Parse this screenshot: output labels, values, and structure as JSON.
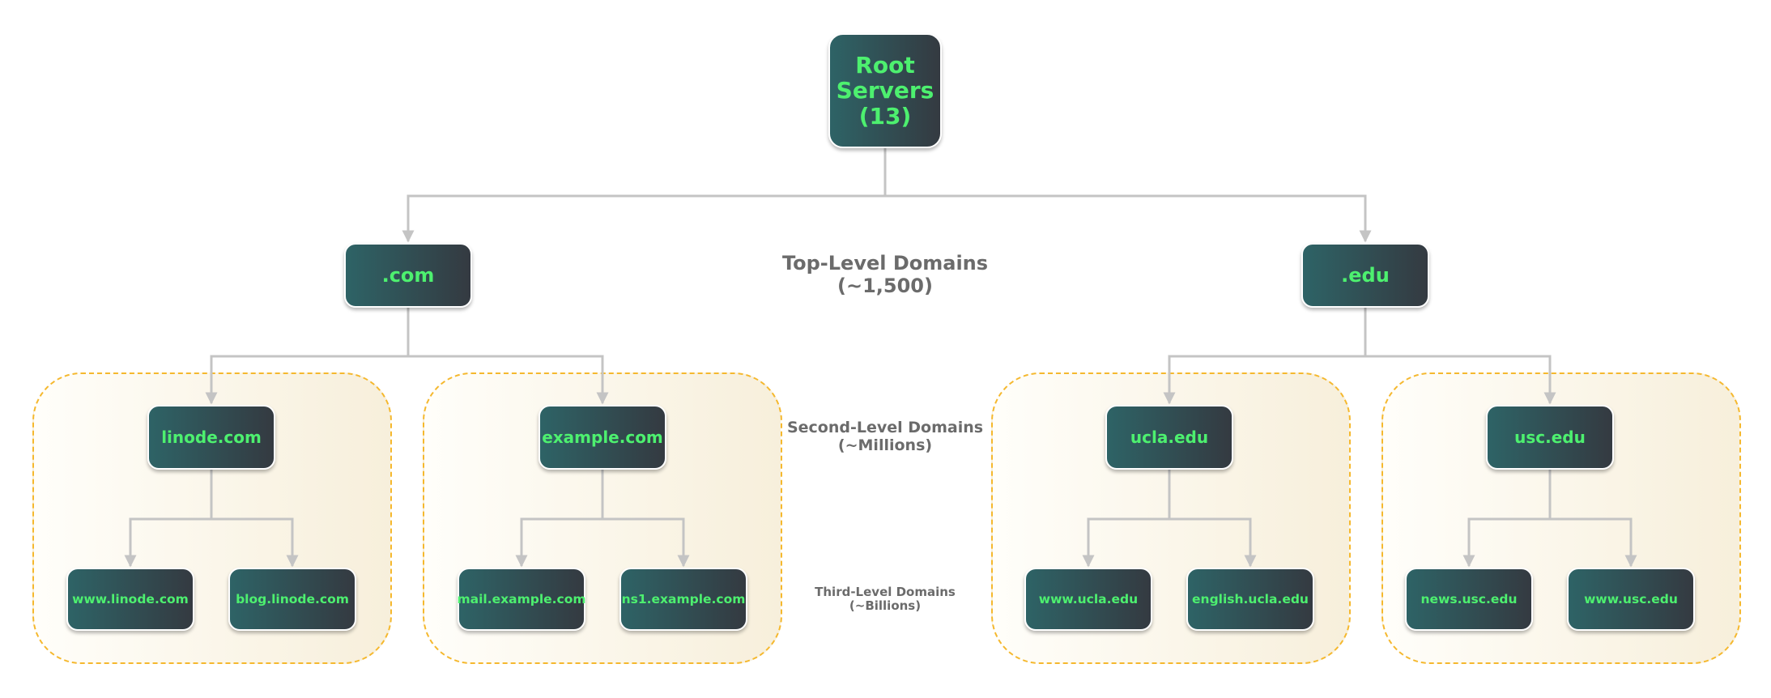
{
  "diagram": {
    "root": {
      "label": "Root\nServers\n(13)"
    },
    "tlds": [
      {
        "label": ".com"
      },
      {
        "label": ".edu"
      }
    ],
    "slds": [
      {
        "label": "linode.com"
      },
      {
        "label": "example.com"
      },
      {
        "label": "ucla.edu"
      },
      {
        "label": "usc.edu"
      }
    ],
    "hosts": [
      {
        "label": "www.linode.com"
      },
      {
        "label": "blog.linode.com"
      },
      {
        "label": "mail.example.com"
      },
      {
        "label": "ns1.example.com"
      },
      {
        "label": "www.ucla.edu"
      },
      {
        "label": "english.ucla.edu"
      },
      {
        "label": "news.usc.edu"
      },
      {
        "label": "www.usc.edu"
      }
    ],
    "level_labels": {
      "tld": "Top-Level Domains\n(~1,500)",
      "sld": "Second-Level Domains\n(~Millions)",
      "third": "Third-Level Domains\n(~Billions)"
    },
    "colors": {
      "node_fill_start": "#2e6366",
      "node_fill_end": "#343a41",
      "node_text": "#4df06f",
      "connector": "#c4c4c4",
      "group_border": "#f5b82e",
      "group_fill": "#f7efdb",
      "level_text": "#6b6b6b"
    }
  }
}
